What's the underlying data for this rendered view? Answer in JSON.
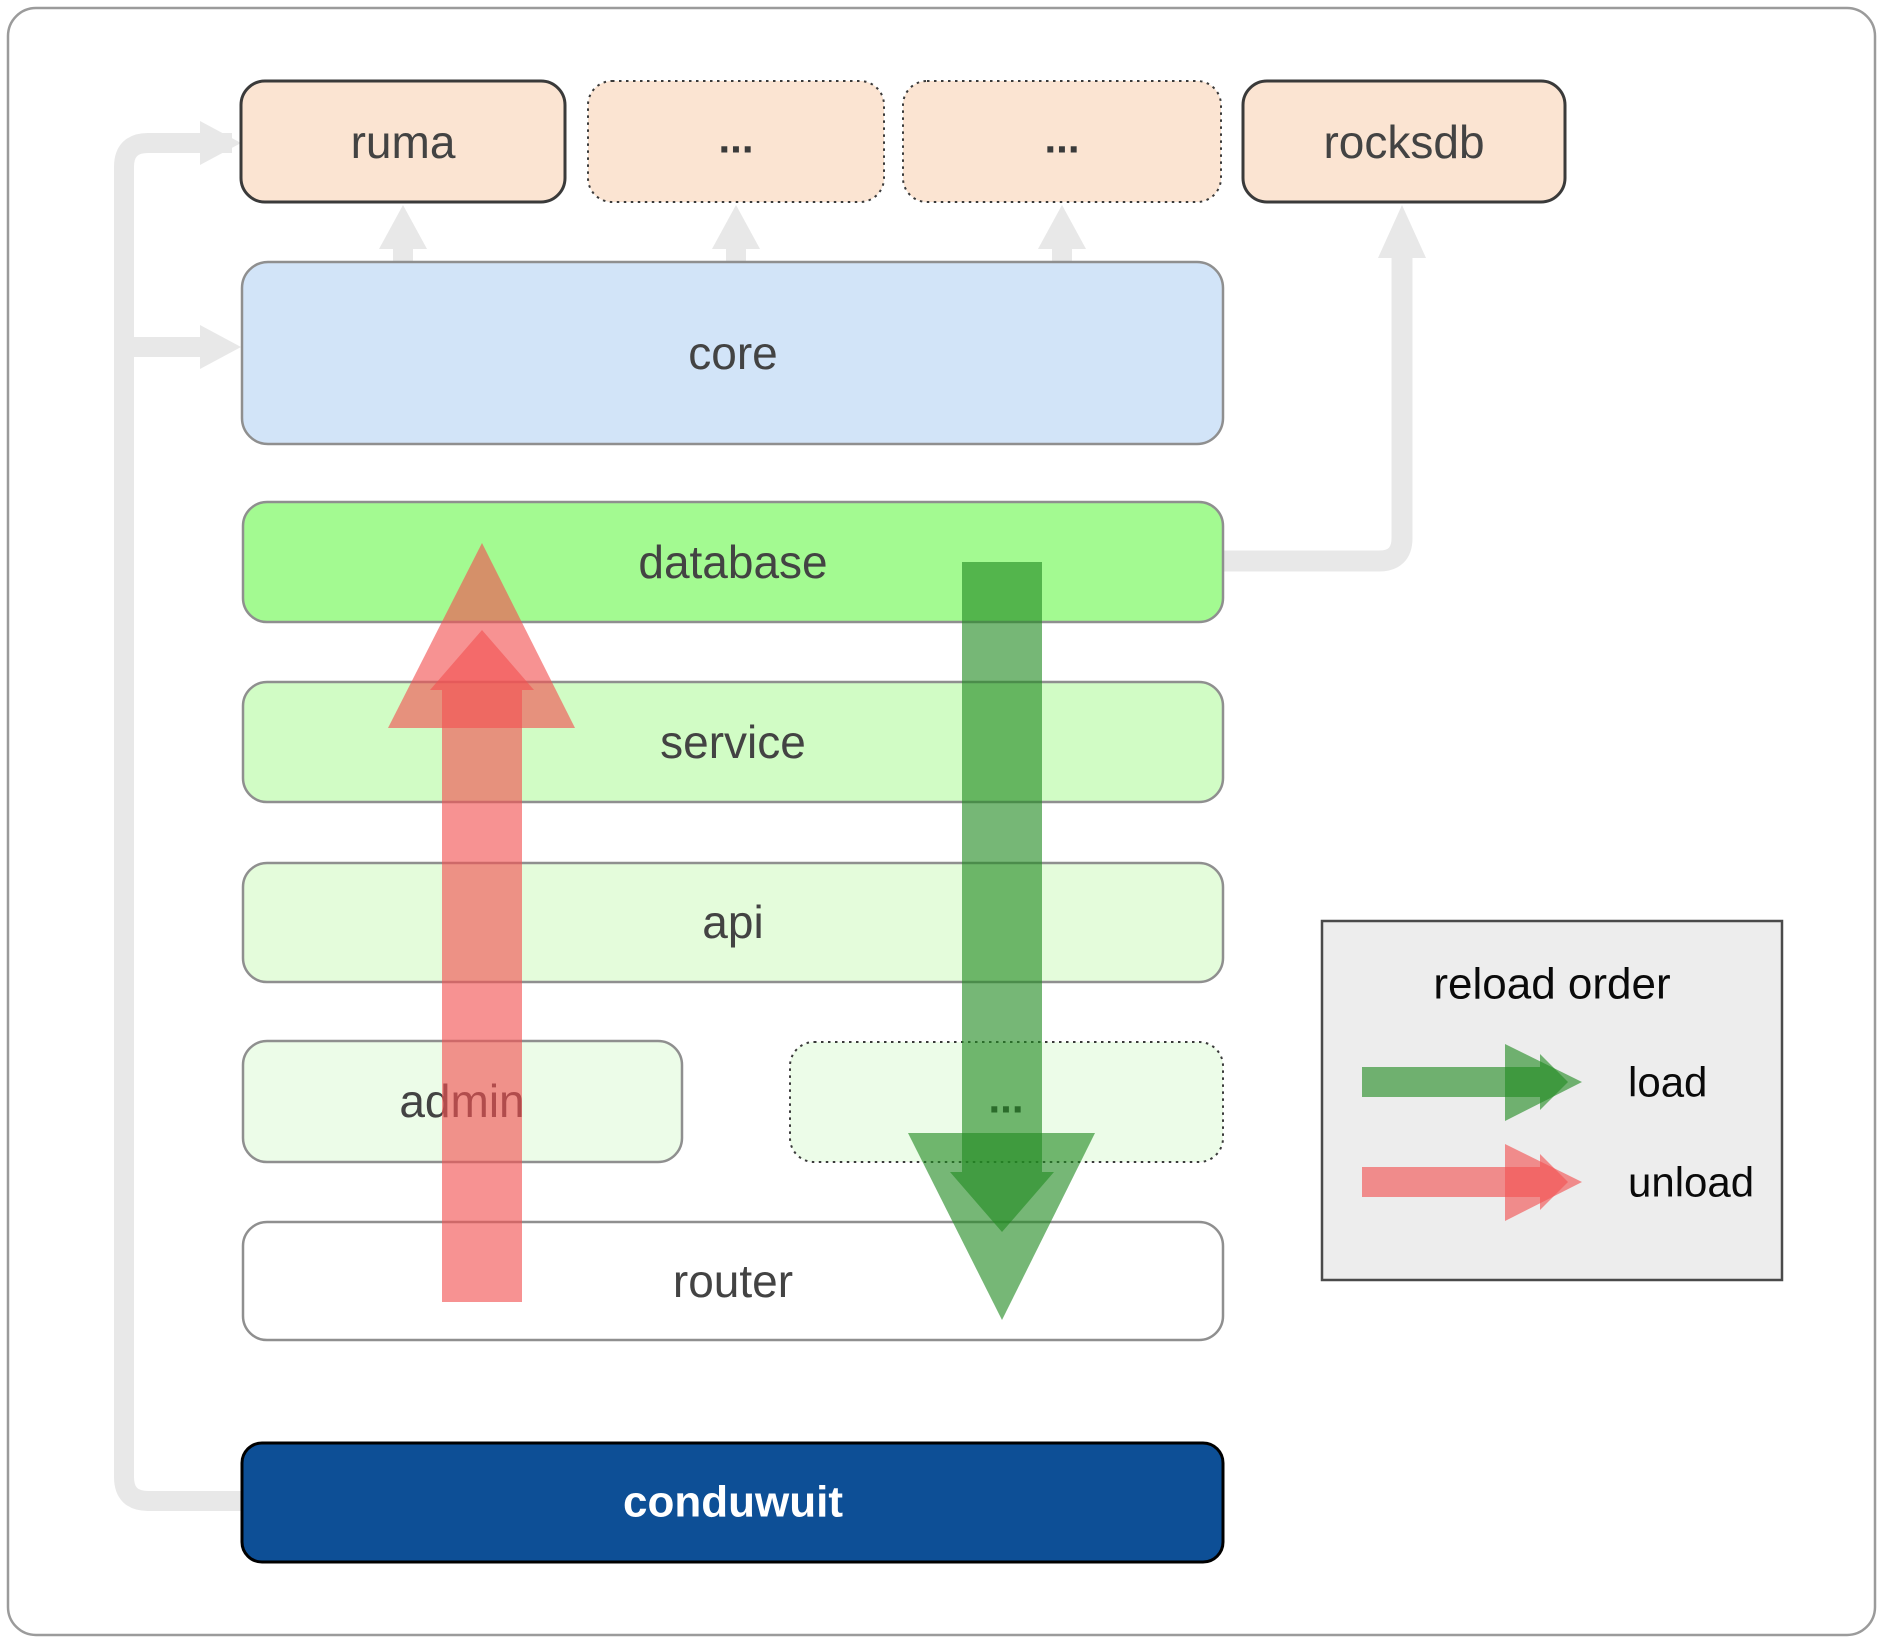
{
  "diagram": {
    "boxes": {
      "ruma": "ruma",
      "top_ellipsis_1": "...",
      "top_ellipsis_2": "...",
      "rocksdb": "rocksdb",
      "core": "core",
      "database": "database",
      "service": "service",
      "api": "api",
      "admin": "admin",
      "mid_ellipsis": "...",
      "router": "router",
      "conduwuit": "conduwuit"
    },
    "legend": {
      "title": "reload order",
      "load": "load",
      "unload": "unload"
    },
    "colors": {
      "peach": "#fbe4d2",
      "core_blue": "#d2e4f8",
      "database_green": "#a3fa91",
      "service_green": "#d1fcc5",
      "api_green": "#e4fcdb",
      "admin_green": "#ecfce8",
      "router_white": "#ffffff",
      "conduwuit_blue": "#0d4f96",
      "load_arrow": "rgba(34,139,34,0.62)",
      "unload_arrow": "rgba(243,83,83,0.63)",
      "connector_gray": "#e8e8e8",
      "legend_bg": "#ededed",
      "dark_border": "#3a3a3a",
      "light_border": "#8f8f8f"
    }
  }
}
